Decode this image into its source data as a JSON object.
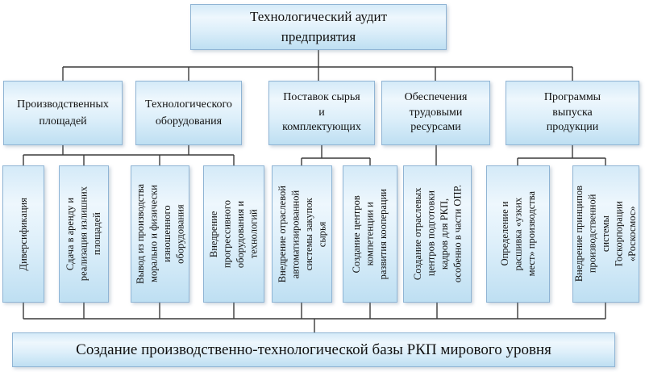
{
  "root": {
    "label": "Технологический аудит\nпредприятия"
  },
  "branches": [
    {
      "label": "Производственных\nплощадей"
    },
    {
      "label": "Технологического\nоборудования"
    },
    {
      "label": "Поставок сырья\nи\nкомплектующих"
    },
    {
      "label": "Обеспечения\nтрудовыми\nресурсами"
    },
    {
      "label": "Программы\nвыпуска\nпродукции"
    }
  ],
  "leaves": [
    {
      "label": "Диверсификация"
    },
    {
      "label": "Сдача в аренду и\nреализация излишних\nплощадей"
    },
    {
      "label": "Вывод из производства\nморально и физически\nизношенного\nоборудования"
    },
    {
      "label": "Внедрение\nпрогрессивного\nоборудования и\nтехнологий"
    },
    {
      "label": "Внедрение отраслевой\nавтоматизированной\nсистемы закупок\nсырья"
    },
    {
      "label": "Создание центров\nкомпетенции и\nразвития кооперации"
    },
    {
      "label": "Создание отраслевых\nцентров подготовки\nкадров для РКП,\nособенно в части ОПР."
    },
    {
      "label": "Определение и\nрасшивка «узких\nмест» производства"
    },
    {
      "label": "Внедрение принципов\nпроизводственной\nсистемы\nГоскорпорации\n«Роскосмос»"
    }
  ],
  "goal": {
    "label": "Создание производственно-технологической базы РКП мирового уровня"
  },
  "colors": {
    "box_fill_top": "#d4eaf8",
    "box_fill_light": "#eef7fd",
    "box_fill_bottom": "#bedff2",
    "box_border": "#8fb4d4",
    "line": "#3a3a3a"
  }
}
